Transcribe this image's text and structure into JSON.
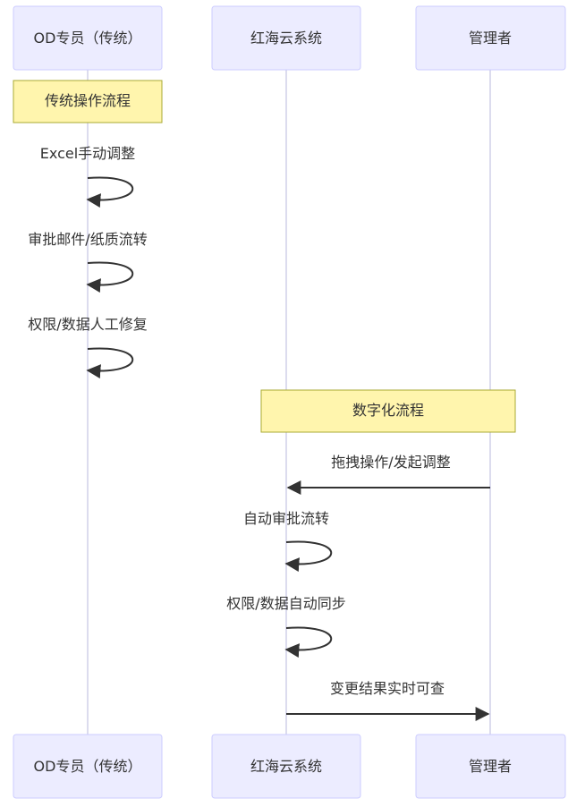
{
  "participants": [
    {
      "id": "od",
      "label": "OD专员（传统）"
    },
    {
      "id": "hr",
      "label": "红海云系统"
    },
    {
      "id": "mgr",
      "label": "管理者"
    }
  ],
  "notes": [
    {
      "text": "传统操作流程"
    },
    {
      "text": "数字化流程"
    }
  ],
  "messages": [
    {
      "text": "Excel手动调整",
      "from": "od",
      "to": "od"
    },
    {
      "text": "审批邮件/纸质流转",
      "from": "od",
      "to": "od"
    },
    {
      "text": "权限/数据人工修复",
      "from": "od",
      "to": "od"
    },
    {
      "text": "拖拽操作/发起调整",
      "from": "mgr",
      "to": "hr"
    },
    {
      "text": "自动审批流转",
      "from": "hr",
      "to": "hr"
    },
    {
      "text": "权限/数据自动同步",
      "from": "hr",
      "to": "hr"
    },
    {
      "text": "变更结果实时可查",
      "from": "hr",
      "to": "mgr"
    }
  ],
  "colors": {
    "actor_fill": "#ECECFF",
    "actor_stroke": "#CCCCFF",
    "lifeline": "#D0D0E8",
    "note_fill": "#FFF5AD",
    "note_stroke": "#AAAA33",
    "arrow": "#333333"
  }
}
